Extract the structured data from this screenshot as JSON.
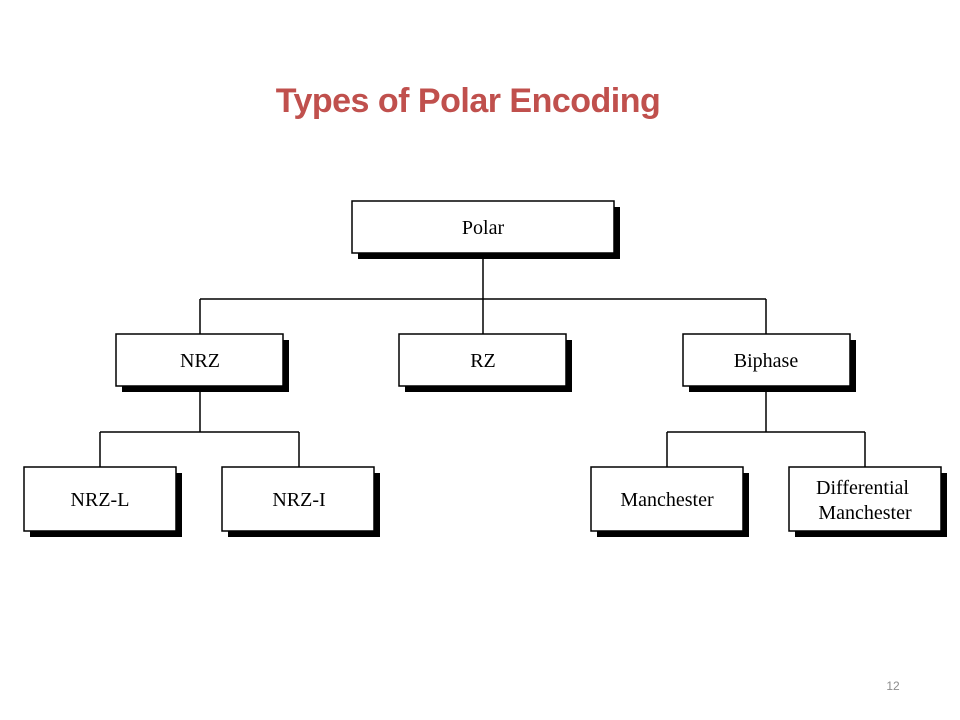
{
  "slide": {
    "title": "Types of Polar Encoding",
    "page_number": "12"
  },
  "diagram": {
    "nodes": {
      "polar": "Polar",
      "nrz": "NRZ",
      "rz": "RZ",
      "biphase": "Biphase",
      "nrz_l": "NRZ-L",
      "nrz_i": "NRZ-I",
      "manchester": "Manchester",
      "differential_manchester": [
        "Differential",
        "Manchester"
      ]
    }
  }
}
